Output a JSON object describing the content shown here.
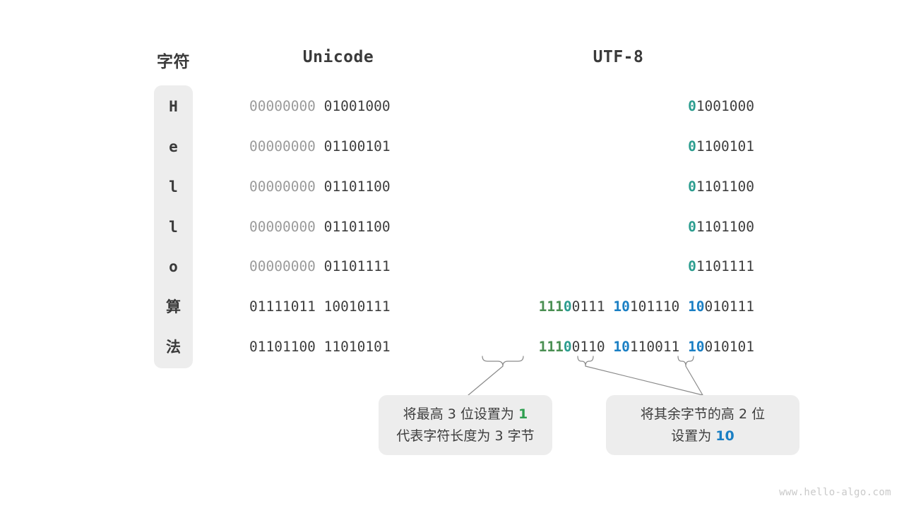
{
  "headers": {
    "character": "字符",
    "unicode": "Unicode",
    "utf8": "UTF-8"
  },
  "colors": {
    "dim_gray": "#9a9a9a",
    "dark_gray": "#3d3d3d",
    "teal": "#2b9d8f",
    "green": "#4a8f52",
    "blue": "#1a7fc4",
    "box_bg": "#ededed",
    "page_bg": "#ffffff",
    "watermark": "#c9c9c9"
  },
  "rows": [
    {
      "char": "H",
      "unicode_hi": "00000000",
      "unicode_lo": "01001000",
      "utf8_bytes": [
        {
          "marker": "0",
          "marker_color": "teal",
          "rest": "1001000"
        }
      ]
    },
    {
      "char": "e",
      "unicode_hi": "00000000",
      "unicode_lo": "01100101",
      "utf8_bytes": [
        {
          "marker": "0",
          "marker_color": "teal",
          "rest": "1100101"
        }
      ]
    },
    {
      "char": "l",
      "unicode_hi": "00000000",
      "unicode_lo": "01101100",
      "utf8_bytes": [
        {
          "marker": "0",
          "marker_color": "teal",
          "rest": "1101100"
        }
      ]
    },
    {
      "char": "l",
      "unicode_hi": "00000000",
      "unicode_lo": "01101100",
      "utf8_bytes": [
        {
          "marker": "0",
          "marker_color": "teal",
          "rest": "1101100"
        }
      ]
    },
    {
      "char": "o",
      "unicode_hi": "00000000",
      "unicode_lo": "01101111",
      "utf8_bytes": [
        {
          "marker": "0",
          "marker_color": "teal",
          "rest": "1101111"
        }
      ]
    },
    {
      "char": "算",
      "unicode_hi": "01111011",
      "unicode_lo": "10010111",
      "utf8_bytes": [
        {
          "marker": "111",
          "marker_color": "green",
          "marker2": "0",
          "marker2_color": "teal",
          "rest": "0111"
        },
        {
          "marker": "10",
          "marker_color": "blue",
          "rest": "101110"
        },
        {
          "marker": "10",
          "marker_color": "blue",
          "rest": "010111"
        }
      ]
    },
    {
      "char": "法",
      "unicode_hi": "01101100",
      "unicode_lo": "11010101",
      "utf8_bytes": [
        {
          "marker": "111",
          "marker_color": "green",
          "marker2": "0",
          "marker2_color": "teal",
          "rest": "0110"
        },
        {
          "marker": "10",
          "marker_color": "blue",
          "rest": "110011"
        },
        {
          "marker": "10",
          "marker_color": "blue",
          "rest": "010101"
        }
      ]
    }
  ],
  "callouts": {
    "left": {
      "line1_a": "将最高 3 位设置为 ",
      "line1_em": "1",
      "line2": "代表字符长度为 3 字节"
    },
    "right": {
      "line1": "将其余字节的高 2 位",
      "line2_a": "设置为 ",
      "line2_em": "10"
    }
  },
  "watermark": "www.hello-algo.com"
}
